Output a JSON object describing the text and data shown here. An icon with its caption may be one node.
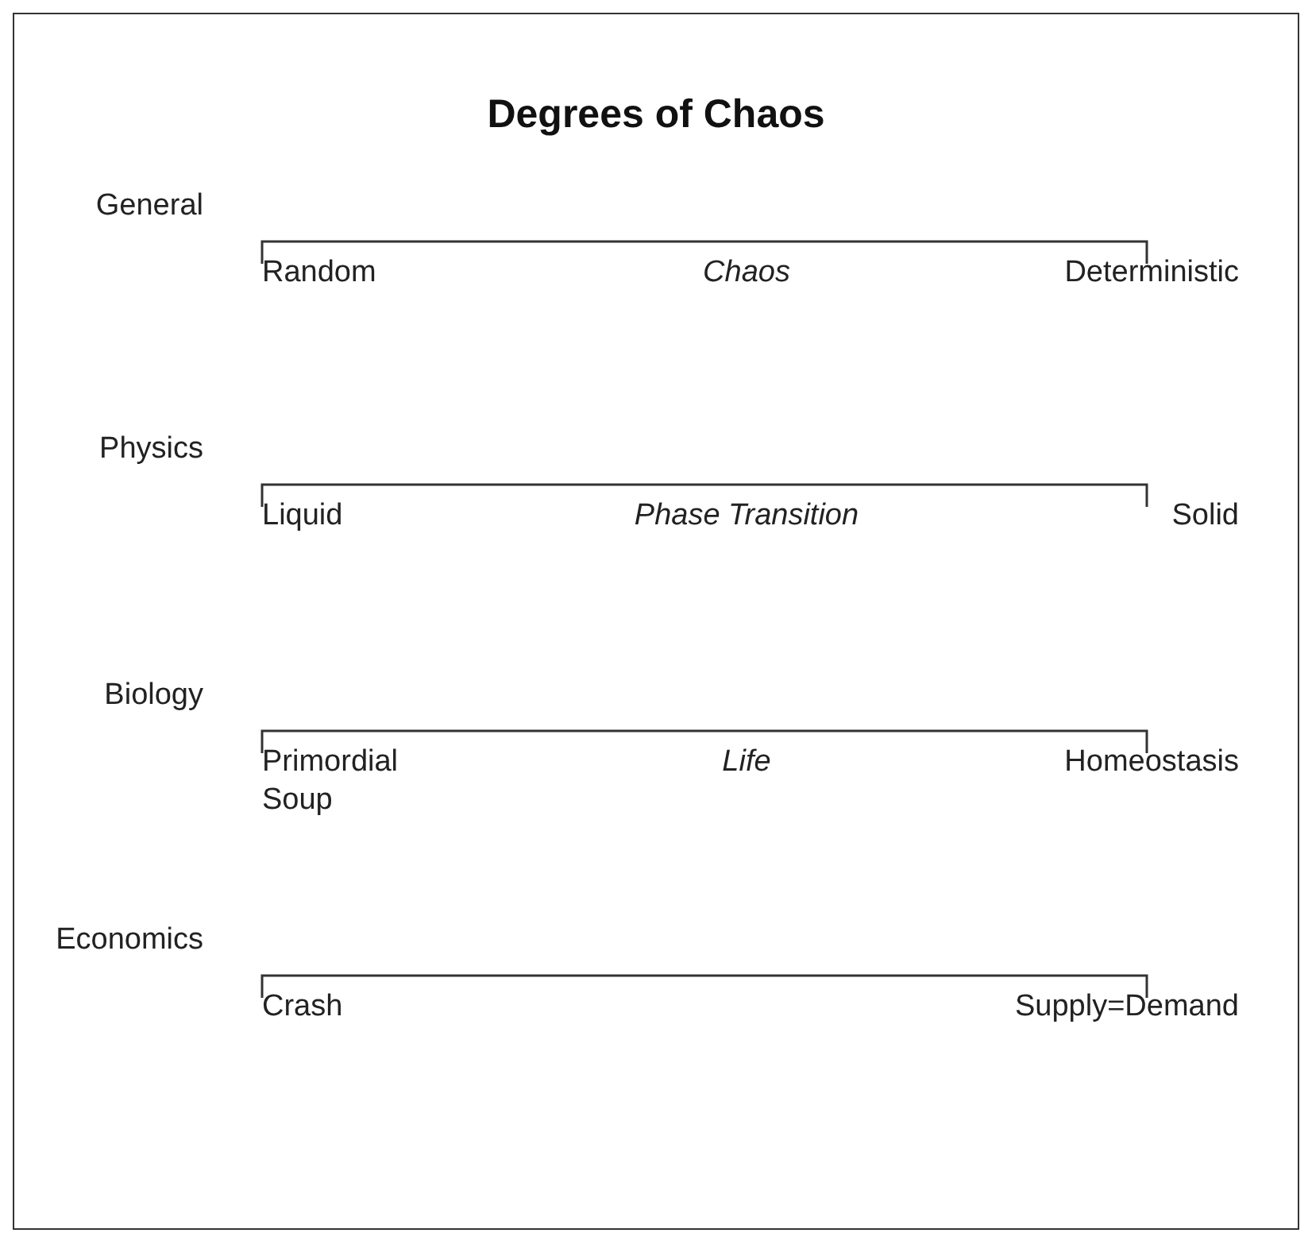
{
  "diagram": {
    "title": "Degrees of Chaos",
    "labels": [
      "General",
      "Random",
      "Chaos",
      "Deterministic",
      "Physics",
      "Liquid",
      "Phase Transition",
      "Solid",
      "Biology",
      "Primordial Soup",
      "Life",
      "Homeostasis",
      "Economics",
      "Crash",
      "Supply=Demand"
    ]
  }
}
